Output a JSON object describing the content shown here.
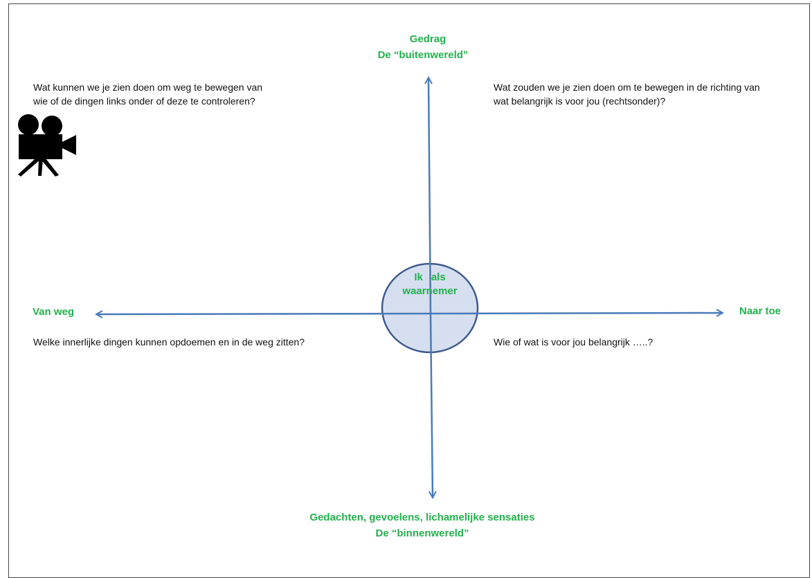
{
  "axes": {
    "top_line1": "Gedrag",
    "top_line2": "De “buitenwereld”",
    "bottom_line1": "Gedachten, gevoelens, lichamelijke sensaties",
    "bottom_line2": "De “binnenwereld”",
    "left": "Van weg",
    "right": "Naar toe"
  },
  "center": {
    "line1_a": "Ik",
    "line1_b": "als",
    "line2": "waarnemer"
  },
  "quadrants": {
    "top_left_line1": "Wat kunnen we je zien doen om weg te bewegen van",
    "top_left_line2": "wie of de dingen links onder of deze te controleren?",
    "top_right_line1": "Wat zouden we je zien doen om te bewegen in de richting van",
    "top_right_line2": "wat belangrijk is voor jou (rechtsonder)?",
    "bottom_left": "Welke innerlijke dingen kunnen opdoemen en in de weg zitten?",
    "bottom_right": "Wie of wat is voor jou belangrijk …..?"
  },
  "icons": {
    "camera": "video-camera-icon"
  },
  "colors": {
    "axis": "#4a7ab8",
    "label": "#22b14c",
    "circle_fill": "#d6dff0",
    "circle_stroke": "#3e5a8a"
  }
}
